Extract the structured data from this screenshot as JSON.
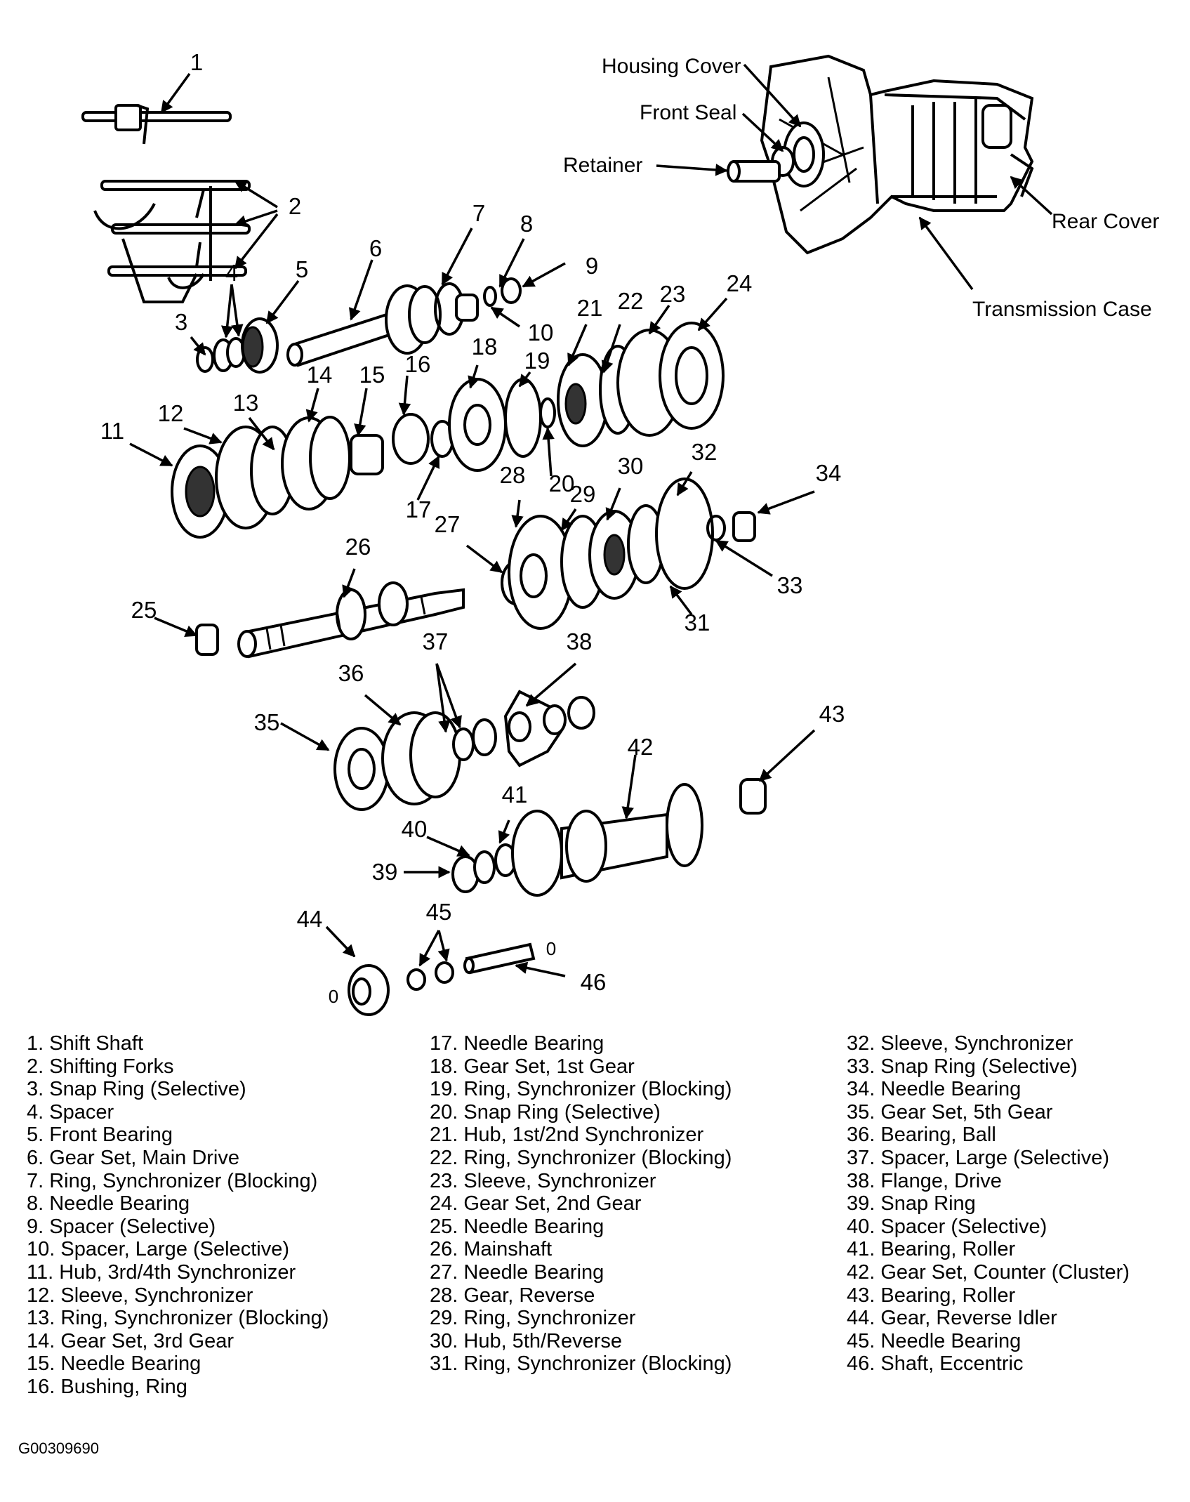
{
  "assembly_labels": {
    "housing_cover": "Housing Cover",
    "front_seal": "Front Seal",
    "retainer": "Retainer",
    "rear_cover": "Rear Cover",
    "transmission_case": "Transmission Case"
  },
  "callouts": [
    "1",
    "2",
    "3",
    "4",
    "5",
    "6",
    "7",
    "8",
    "9",
    "10",
    "11",
    "12",
    "13",
    "14",
    "15",
    "16",
    "17",
    "18",
    "19",
    "20",
    "21",
    "22",
    "23",
    "24",
    "25",
    "26",
    "27",
    "28",
    "29",
    "30",
    "31",
    "32",
    "33",
    "34",
    "35",
    "36",
    "37",
    "38",
    "39",
    "40",
    "41",
    "42",
    "43",
    "44",
    "45",
    "46"
  ],
  "washer_marks": [
    "0",
    "0"
  ],
  "legend": {
    "col1": [
      "1. Shift Shaft",
      "2. Shifting Forks",
      "3. Snap Ring (Selective)",
      "4. Spacer",
      "5. Front Bearing",
      "6. Gear Set, Main Drive",
      "7. Ring, Synchronizer (Blocking)",
      "8. Needle Bearing",
      "9. Spacer (Selective)",
      "10. Spacer, Large (Selective)",
      "11. Hub, 3rd/4th Synchronizer",
      "12. Sleeve, Synchronizer",
      "13. Ring, Synchronizer (Blocking)",
      "14. Gear Set, 3rd Gear",
      "15. Needle Bearing",
      "16. Bushing, Ring"
    ],
    "col2": [
      "17. Needle Bearing",
      "18. Gear Set, 1st Gear",
      "19. Ring, Synchronizer (Blocking)",
      "20. Snap Ring (Selective)",
      "21. Hub, 1st/2nd Synchronizer",
      "22. Ring, Synchronizer (Blocking)",
      "23. Sleeve, Synchronizer",
      "24. Gear Set, 2nd Gear",
      "25. Needle Bearing",
      "26. Mainshaft",
      "27. Needle Bearing",
      "28. Gear, Reverse",
      "29. Ring, Synchronizer",
      "30. Hub, 5th/Reverse",
      "31. Ring, Synchronizer (Blocking)"
    ],
    "col3": [
      "32. Sleeve, Synchronizer",
      "33. Snap Ring (Selective)",
      "34. Needle Bearing",
      "35. Gear Set, 5th Gear",
      "36. Bearing, Ball",
      "37. Spacer, Large (Selective)",
      "38. Flange, Drive",
      "39. Snap Ring",
      "40. Spacer (Selective)",
      "41. Bearing, Roller",
      "42. Gear Set, Counter (Cluster)",
      "43. Bearing, Roller",
      "44. Gear, Reverse Idler",
      "45. Needle Bearing",
      "46. Shaft, Eccentric"
    ]
  },
  "figure_id": "G00309690"
}
